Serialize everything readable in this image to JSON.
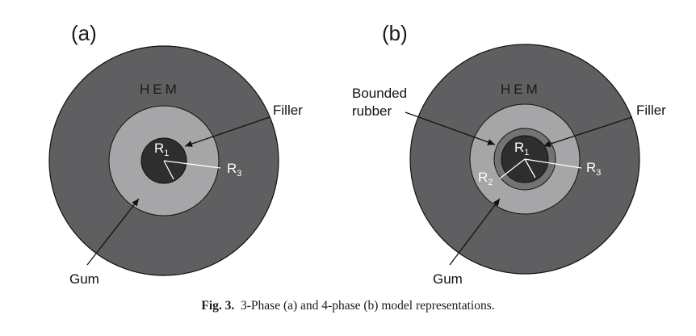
{
  "colors": {
    "hem": "#5f5f61",
    "gum": "#a6a6a8",
    "bounded_rubber": "#737375",
    "filler": "#2e2d2f",
    "outline": "#111111"
  },
  "panels": [
    {
      "label": "(a)",
      "hem_label": "HEM",
      "callouts": {
        "filler": "Filler",
        "gum": "Gum"
      },
      "radii": {
        "r1": {
          "main": "R",
          "sub": "1"
        },
        "r3": {
          "main": "R",
          "sub": "3"
        }
      }
    },
    {
      "label": "(b)",
      "hem_label": "HEM",
      "callouts": {
        "filler": "Filler",
        "gum": "Gum",
        "bounded_line1": "Bounded",
        "bounded_line2": "rubber"
      },
      "radii": {
        "r1": {
          "main": "R",
          "sub": "1"
        },
        "r2": {
          "main": "R",
          "sub": "2"
        },
        "r3": {
          "main": "R",
          "sub": "3"
        }
      }
    }
  ],
  "caption": {
    "label": "Fig. 3.",
    "text": "3-Phase (a) and 4-phase (b) model representations."
  }
}
